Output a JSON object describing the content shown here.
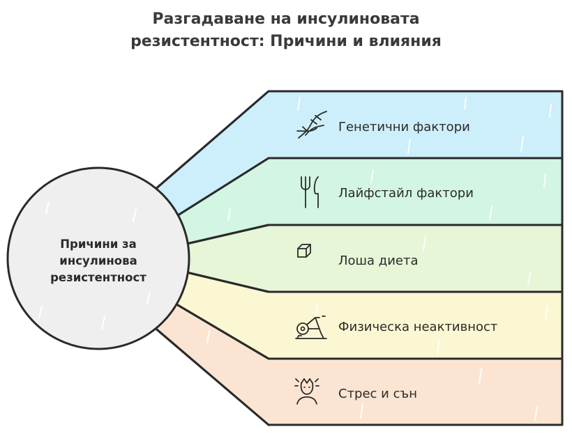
{
  "title": {
    "line1": "Разгадаване на инсулиновата",
    "line2": "резистентност: Причини и влияния"
  },
  "center": {
    "lines": [
      "Причини за",
      "инсулинова",
      "резистентност"
    ]
  },
  "causes": [
    {
      "label": "Генетични фактори",
      "icon": "dna-icon",
      "color": "#cdeefb"
    },
    {
      "label": "Лайфстайл фактори",
      "icon": "fork-knife-icon",
      "color": "#d3f5e3"
    },
    {
      "label": "Лоша диета",
      "icon": "cube-icon",
      "color": "#e6f6d6"
    },
    {
      "label": "Физическа неактивност",
      "icon": "exercise-bike-icon",
      "color": "#fbf7d2"
    },
    {
      "label": "Стрес и сън",
      "icon": "stressed-person-icon",
      "color": "#fbe5d2"
    }
  ]
}
